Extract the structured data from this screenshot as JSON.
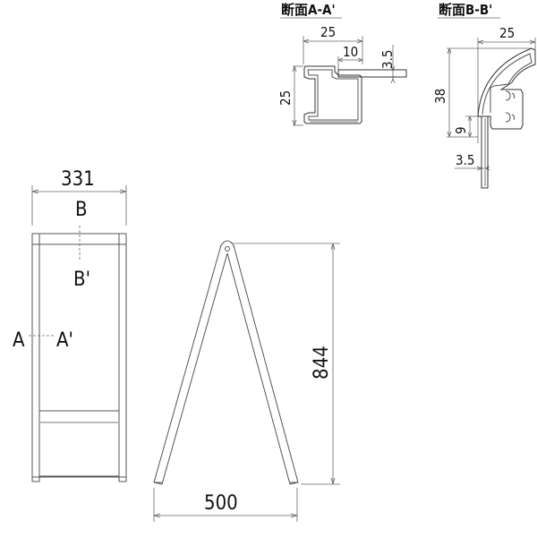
{
  "section_aa": {
    "title": "断面A-A'",
    "dim_width": "25",
    "dim_inner": "10",
    "dim_thickness": "3.5",
    "dim_height": "25"
  },
  "section_bb": {
    "title": "断面B-B'",
    "dim_width": "25",
    "dim_height": "38",
    "dim_lower": "9",
    "dim_thickness": "3.5"
  },
  "front_view": {
    "dim_width": "331",
    "label_b": "B",
    "label_b_prime": "B'",
    "label_a": "A",
    "label_a_prime": "A'"
  },
  "side_view": {
    "dim_height": "844",
    "dim_base": "500"
  },
  "colors": {
    "line": "#555555",
    "dimension": "#666666",
    "panel_edge": "#bbbbbb"
  }
}
